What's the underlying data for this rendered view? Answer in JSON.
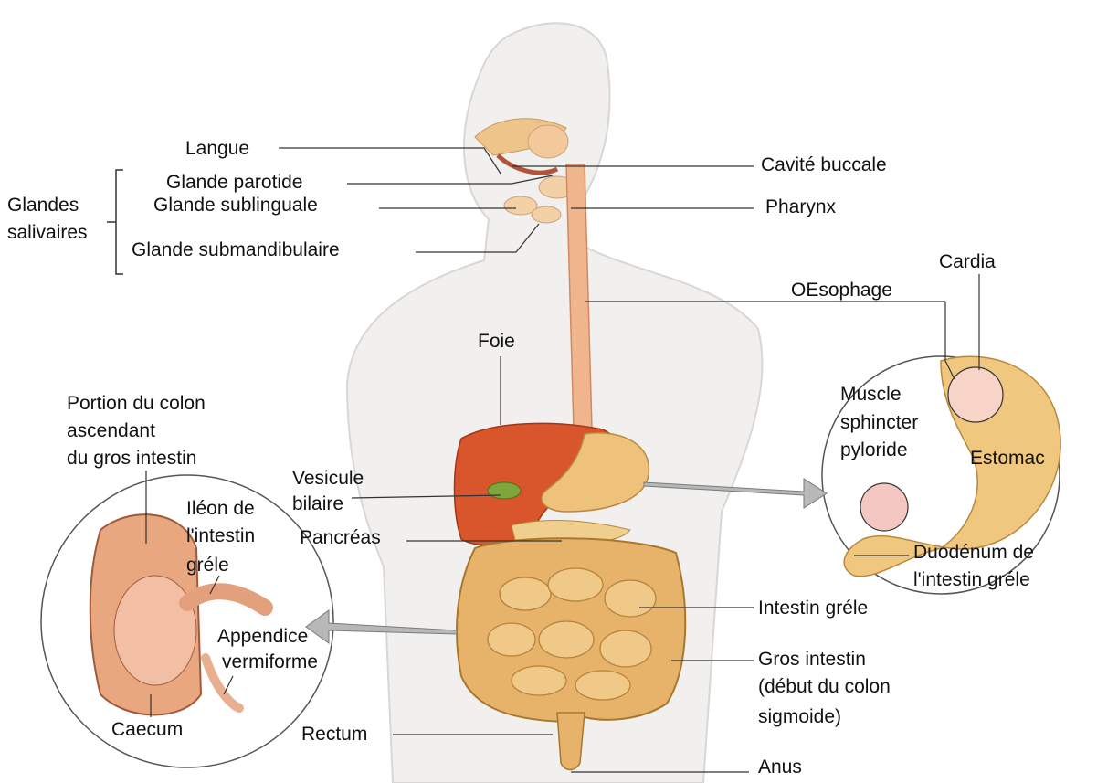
{
  "labels": {
    "langue": "Langue",
    "glande_parotide": "Glande parotide",
    "glande_sublinguale": "Glande sublinguale",
    "glande_submandibulaire": "Glande submandibulaire",
    "glandes_line1": "Glandes",
    "glandes_line2": "salivaires",
    "cavite_buccale": "Cavité buccale",
    "pharynx": "Pharynx",
    "cardia": "Cardia",
    "oesophage": "OEsophage",
    "foie": "Foie",
    "portion_line1": "Portion du colon",
    "portion_line2": "ascendant",
    "portion_line3": "du gros intestin",
    "ileon_line1": "Iléon de",
    "ileon_line2": "l'intestin",
    "ileon_line3": "gréle",
    "vesicule_line1": "Vesicule",
    "vesicule_line2": "bilaire",
    "pancreas": "Pancréas",
    "muscle_line1": "Muscle",
    "muscle_line2": "sphincter",
    "muscle_line3": "pyloride",
    "estomac": "Estomac",
    "duodenum_line1": "Duodénum de",
    "duodenum_line2": "l'intestin gréle",
    "intestin_grele": "Intestin gréle",
    "appendice_line1": "Appendice",
    "appendice_line2": "vermiforme",
    "gros_line1": "Gros intestin",
    "gros_line2": "(début du colon",
    "gros_line3": "sigmoide)",
    "caecum": "Caecum",
    "rectum": "Rectum",
    "anus": "Anus"
  },
  "colors": {
    "skin": "#f1f0ee",
    "liver": "#d9552b",
    "stomach": "#eec27a",
    "intestine": "#e7b36a",
    "esophagus": "#f0b58c",
    "leader_line": "#333333"
  }
}
